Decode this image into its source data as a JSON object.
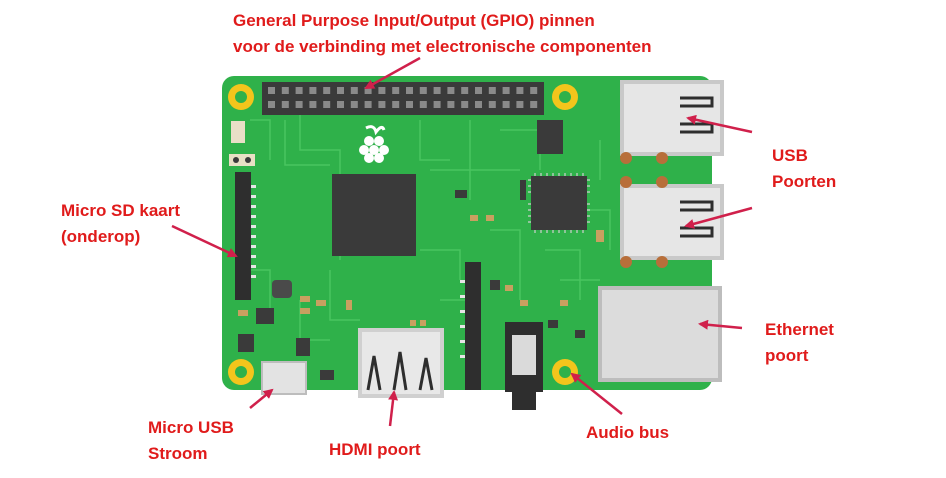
{
  "labels": {
    "gpio_line1": "General Purpose Input/Output (GPIO) pinnen",
    "gpio_line2": "voor de verbinding met electronische componenten",
    "usb_line1": "USB",
    "usb_line2": "Poorten",
    "sd_line1": "Micro SD kaart",
    "sd_line2": "(onderop)",
    "ethernet_line1": "Ethernet",
    "ethernet_line2": "poort",
    "micro_usb_line1": "Micro USB",
    "micro_usb_line2": "Stroom",
    "hdmi": "HDMI poort",
    "audio": "Audio bus"
  },
  "colors": {
    "label_red": "#e01b1b",
    "arrow": "#d0204b",
    "board_green": "#2fb14a",
    "trace_green": "#49c45f",
    "chip_dark": "#3a3a3a",
    "hole_yellow": "#f3c51c",
    "port_grey": "#c9c9c9"
  }
}
